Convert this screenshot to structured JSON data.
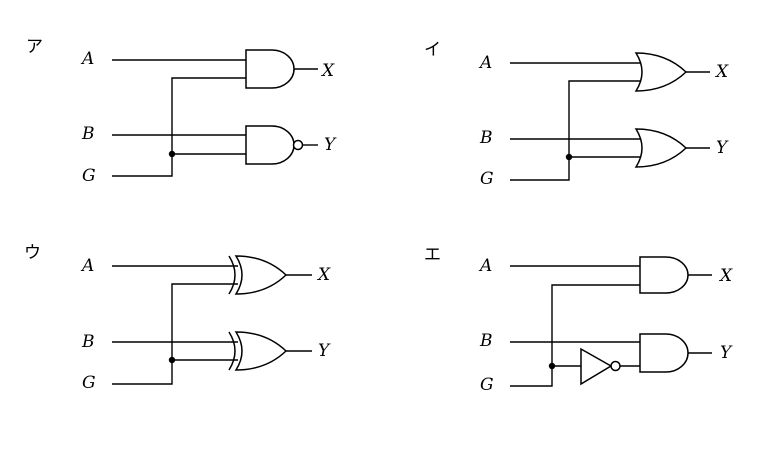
{
  "panels": [
    {
      "label": "ア",
      "inputs": [
        "A",
        "B",
        "G"
      ],
      "outputs": [
        "X",
        "Y"
      ],
      "top_gate": "and",
      "bottom_gate": "nand"
    },
    {
      "label": "イ",
      "inputs": [
        "A",
        "B",
        "G"
      ],
      "outputs": [
        "X",
        "Y"
      ],
      "top_gate": "or",
      "bottom_gate": "or"
    },
    {
      "label": "ウ",
      "inputs": [
        "A",
        "B",
        "G"
      ],
      "outputs": [
        "X",
        "Y"
      ],
      "top_gate": "xor",
      "bottom_gate": "xor"
    },
    {
      "label": "エ",
      "inputs": [
        "A",
        "B",
        "G"
      ],
      "outputs": [
        "X",
        "Y"
      ],
      "top_gate": "and",
      "bottom_gate": "and",
      "g_inverted_to_bottom": true
    }
  ]
}
